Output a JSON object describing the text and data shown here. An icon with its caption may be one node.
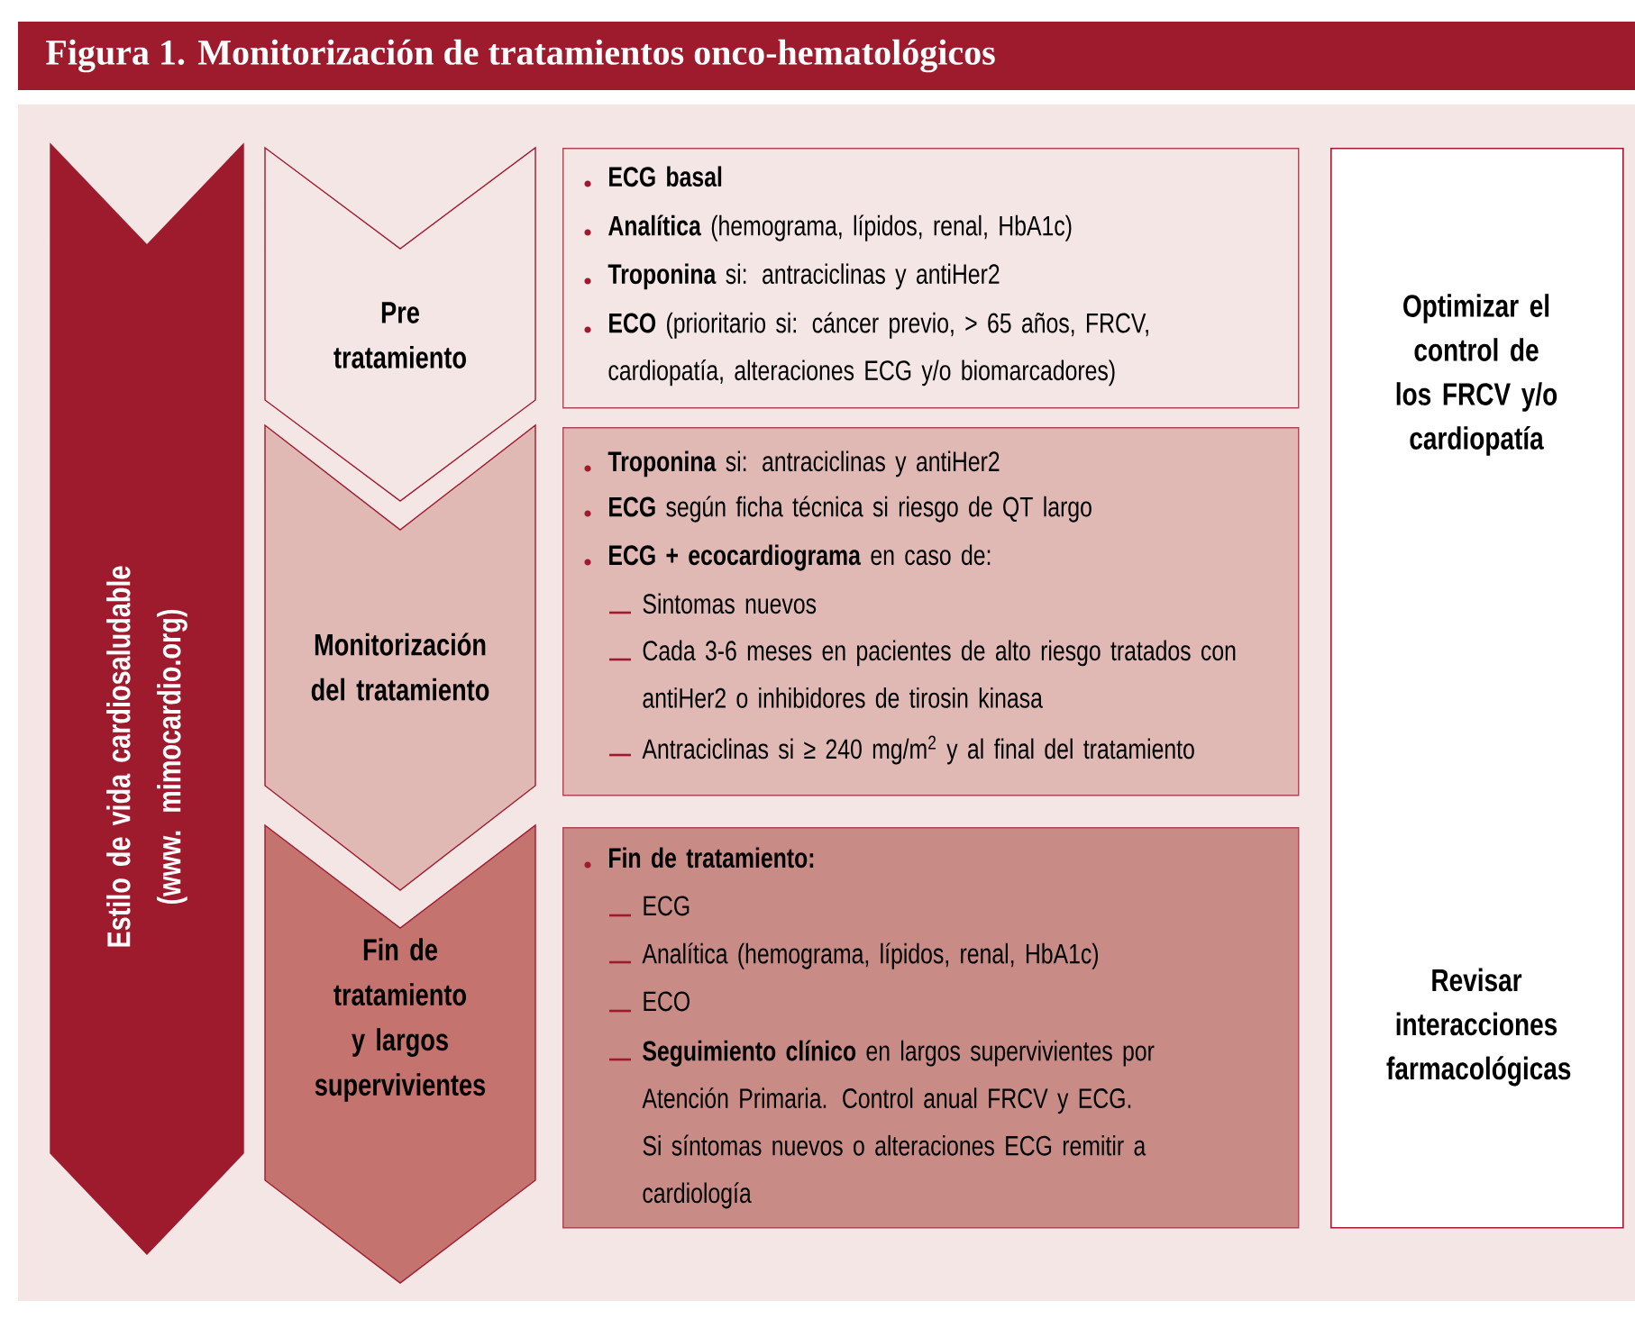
{
  "diagram": {
    "title": "Figura 1. Monitorización de tratamientos onco-hematológicos",
    "nodes": [
      {
        "text": [
          "Estilo de vida cardiosaludable (www. mimocardio.org)"
        ]
      },
      {
        "text": [
          "Pre tratamiento"
        ]
      },
      {
        "text": [
          "ECG basal",
          "**Analítica** (hemograma, lípidos, renal, HbA1c)",
          "**Troponina** si: antraciclinas y antiHer2",
          "**ECO** (prioritario si: cáncer previo, > 65 años, FRCV, cardiopatía, alteraciones ECG y/o biomarcadores)"
        ]
      },
      {
        "text": [
          "Monitorización del tratamiento"
        ]
      },
      {
        "text": [
          "**Troponina** si: antraciclinas y antiHer2",
          "**ECG** según ficha técnica si riesgo de QT largo",
          "**ECG + ecocardiograma** en caso de:",
          "Sintomas nuevos",
          "Cada 3-6 meses en pacientes de alto riesgo tratados con antiHer2 o inhibidores de tirosin kinasa",
          "Antraciclinas si ≥ 240 mg/m$^{2}$ y al final del tratamiento"
        ]
      },
      {
        "text": [
          "Fin de tratamiento y largos supervivientes"
        ]
      },
      {
        "text": [
          "Fin de tratamiento:",
          "ECG",
          "Analítica (hemograma, lípidos, renal, HbA1c)",
          "ECO",
          "**Seguimiento clínico** en largos supervivientes por Atención Primaria. Control anual FRCV y ECG. Si síntomas nuevos o alteraciones ECG remitir a cardiología"
        ]
      },
      {
        "text": [
          "Optimizar el control de los FRCV y/o cardiopatía",
          "Revisar interacciones farmacológicas"
        ]
      }
    ]
  }
}
